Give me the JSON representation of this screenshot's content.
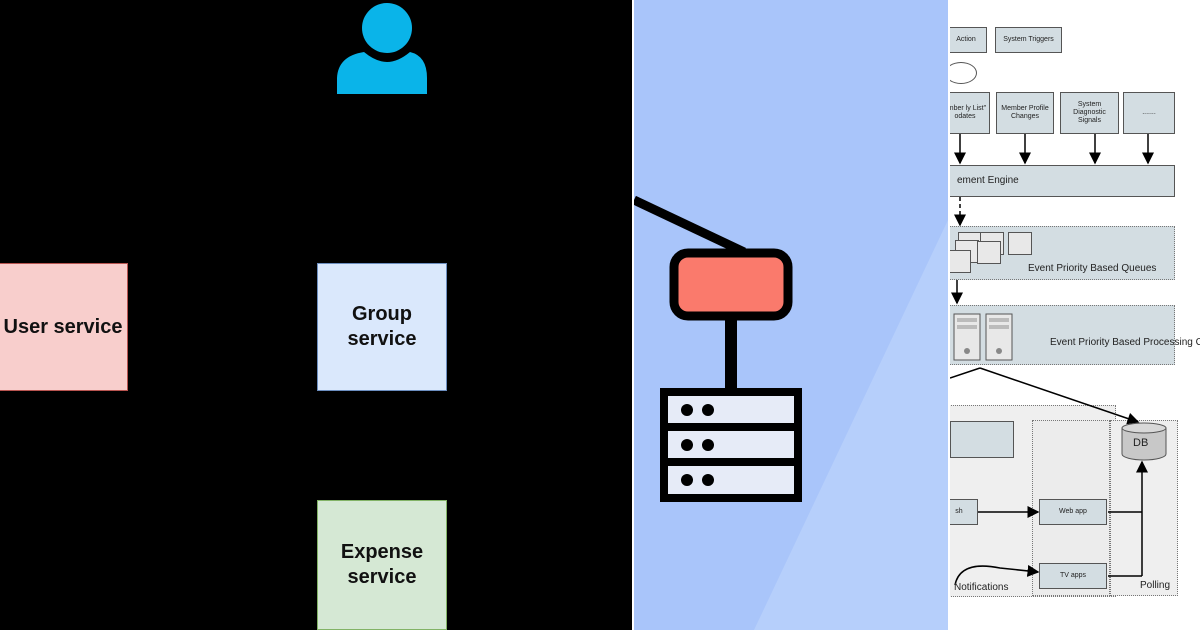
{
  "left_panel": {
    "services": {
      "user": "User service",
      "group": [
        "Group",
        "service"
      ],
      "expense": [
        "Expense",
        "service"
      ]
    },
    "colors": {
      "background": "#000000",
      "user_fill": "#f8cecc",
      "group_fill": "#dae8fc",
      "expense_fill": "#d5e8d4",
      "person": "#0ab4e9"
    }
  },
  "middle_panel": {
    "colors": {
      "background": "#a9c5fa",
      "router": "#fa7a6c",
      "server": "#e6ebf7"
    }
  },
  "right_panel": {
    "top_boxes": {
      "action": "Action",
      "system_triggers": "System Triggers"
    },
    "source_boxes": {
      "member_list": "ember ly List\" odates",
      "profile": "Member Profile Changes",
      "diagnostic": "System Diagnostic Signals",
      "more": "......."
    },
    "engine": "ement Engine",
    "queues": "Event Priority Based Queues",
    "clusters": "Event Priority Based Processing Clusters",
    "db": "DB",
    "push": "sh",
    "web_app": "Web app",
    "tv_apps": "TV apps",
    "notifications": "Notifications",
    "polling": "Polling"
  }
}
